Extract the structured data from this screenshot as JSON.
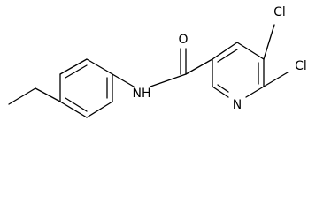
{
  "molecule": {
    "atoms": {
      "oxygen": "O",
      "amide_nitrogen": "NH",
      "ring_nitrogen": "N",
      "chlorine_top": "Cl",
      "chlorine_right": "Cl"
    }
  }
}
